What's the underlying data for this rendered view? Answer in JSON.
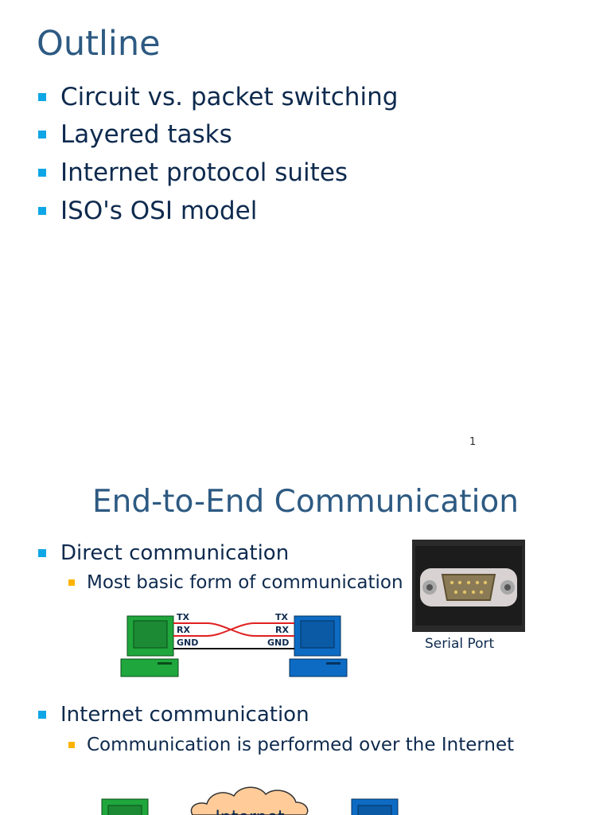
{
  "slide1": {
    "title": "Outline",
    "bullets": [
      "Circuit vs. packet switching",
      "Layered tasks",
      "Internet protocol suites",
      "ISO's OSI model"
    ],
    "page_number": "1"
  },
  "slide2": {
    "title": "End-to-End Communication",
    "section1": {
      "heading": "Direct communication",
      "sub": "Most basic form of communication",
      "wire_labels": [
        "TX",
        "RX",
        "GND"
      ],
      "photo_caption": "Serial Port"
    },
    "section2": {
      "heading": "Internet communication",
      "sub": "Communication is performed over the Internet",
      "cloud_label": "Internet"
    }
  },
  "colors": {
    "title": "#2d5a82",
    "body_text": "#0e2a4e",
    "bullet_level1": "#0fa6e6",
    "bullet_level2": "#ffb300",
    "pc_left": "#1fa63c",
    "pc_right": "#0d6bc4",
    "cloud": "#ffcc99",
    "wire_red": "#e02020"
  }
}
